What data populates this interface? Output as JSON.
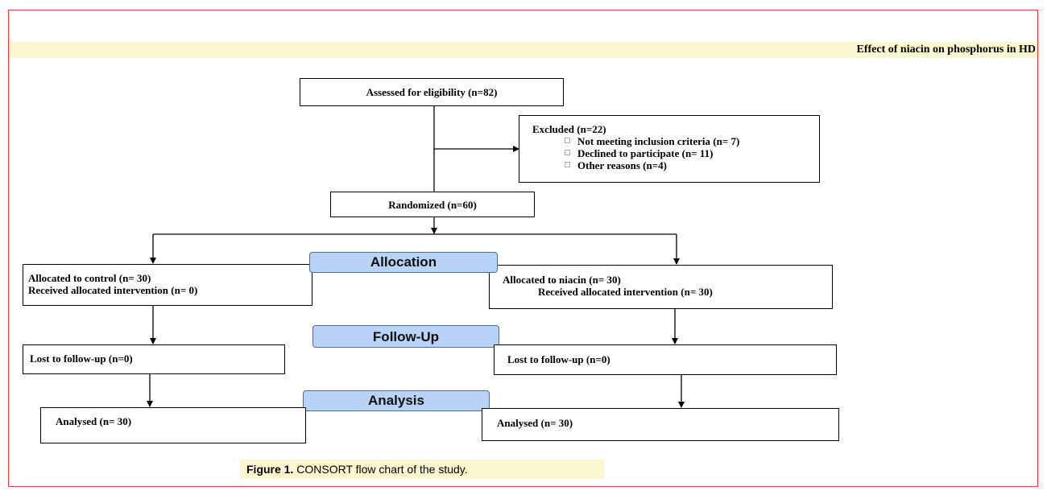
{
  "header": {
    "text": "Effect of niacin on phosphorus in HD"
  },
  "boxes": {
    "assessed": "Assessed for eligibility (n=82)",
    "excluded": {
      "title": "Excluded (n=22)",
      "items": [
        "Not meeting inclusion criteria (n= 7)",
        "Declined to participate (n= 11)",
        "Other reasons (n=4)"
      ]
    },
    "randomized": "Randomized (n=60)",
    "control": {
      "line1": "Allocated to control (n= 30)",
      "line2": "Received allocated intervention (n= 0)"
    },
    "niacin": {
      "line1": "Allocated to niacin (n= 30)",
      "line2": "Received allocated intervention (n= 30)"
    },
    "lost_left": "Lost to follow-up (n=0)",
    "lost_right": "Lost to follow-up  (n=0)",
    "analysed_left": "Analysed (n= 30)",
    "analysed_right": "Analysed (n= 30)"
  },
  "stages": {
    "allocation": "Allocation",
    "followup": "Follow-Up",
    "analysis": "Analysis"
  },
  "caption": {
    "label": "Figure 1.",
    "text": " CONSORT flow chart of the study."
  },
  "colors": {
    "border": "#e53935",
    "band": "#fbf8cf",
    "stage_fill": "#b8d3f5"
  }
}
